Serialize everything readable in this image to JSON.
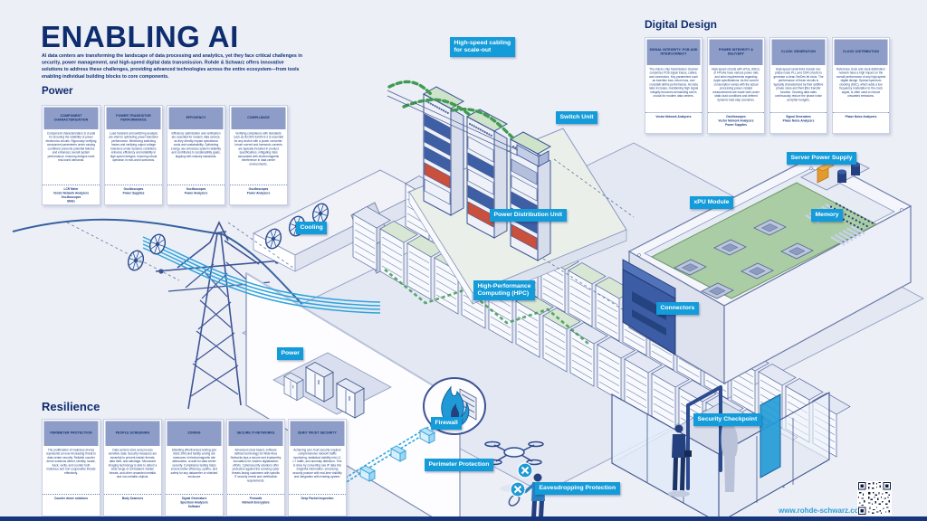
{
  "page": {
    "title": "ENABLING AI",
    "intro": "AI data centers are transforming the landscape of data processing and analytics, yet they face critical challenges in security, power management, and high-speed digital data transmission. Rohde & Schwarz offers innovative solutions to address these challenges, providing advanced technologies across the entire ecosystem—from tools enabling individual building blocks to core components.",
    "url": "www.rohde-schwarz.com"
  },
  "sections": {
    "power": {
      "heading": "Power",
      "cards": [
        {
          "title": "COMPONENT CHARACTERIZATION",
          "body": "Component characterization is crucial for ensuring the reliability of power electronics circuits. Rigorously verifying component parameters under varying conditions prevents potential failures and enhances overall system performance, ensuring designs meet real-world demands.",
          "tools": "LCR Meter\nVector Network Analyzers\nOscilloscopes\nSMUs"
        },
        {
          "title": "POWER TRANSISTOR PERFORMANCE",
          "body": "Load transient and switching analysis are vital for optimizing power transistor performance. Minimizing switching losses and verifying output voltage tolerance under dynamic conditions enhance efficiency and reliability in high-speed designs, ensuring robust operation in real-world scenarios.",
          "tools": "Oscilloscopes\nPower Supplies"
        },
        {
          "title": "EFFICIENCY",
          "body": "Efficiency optimization and verification are essential for modern data centers, as they directly impact operational costs and sustainability. Optimizing energy use enhances system reliability and contributes to sustainability goals, aligning with industry standards.",
          "tools": "Oscilloscopes\nPower Analyzers"
        },
        {
          "title": "COMPLIANCE",
          "body": "Verifying compliance with standards such as IEC/EN 61000-3-2 is essential for any device with a power converter. Inrush current and harmonic currents are typically included in product specifications, mitigating risks associated with electromagnetic interference in data center environments.",
          "tools": "Oscilloscopes\nPower Analyzers"
        }
      ]
    },
    "resilience": {
      "heading": "Resilience",
      "cards": [
        {
          "title": "PERIMETER PROTECTION",
          "body": "The proliferation of malicious drones represents an ever-increasing threat to data center security. Reliable counter drone solutions detect, identify, locate, track, verify, and counter both malicious and non-cooperative threats effectively.",
          "tools": "Counter drone solutions"
        },
        {
          "title": "PEOPLE SCREENING",
          "body": "Data centers store and process sensitive data. Security measures are essential to prevent insider threats, data theft, and sabotage. Microwave imaging technology is able to detect a wide range of contraband: hidden threats, and other unwanted metallic and non-metallic objects.",
          "tools": "Body Scanners"
        },
        {
          "title": "ZONING",
          "body": "Shielding effectiveness testing (per IEEE 299) and facility zoning are measures of electromagnetic site attenuation, crucial for data center security. Compliance testing helps ensure better efficiency, uptime, and safety for any datacenter or shielded enclosure",
          "tools": "Signal Generators\nSpectrum Analyzers\nSoftware"
        },
        {
          "title": "SECURE IT-NETWORKS",
          "body": "Advanced cloud based, software defined technology for Wide Area Networks lays a secure and trustworthy foundation for modern digitalization efforts. Cybersecurity solutions offer protection against the evolving cyber threats facing customers with specific IT security needs and certification requirements.",
          "tools": "Firewalls\nNetwork Encryptors"
        },
        {
          "title": "ZERO TRUST SECURITY",
          "body": "Achieving zero trust security requires comprehensive network traffic monitoring, statistical visibility into L2-L7 traffic, and anomaly detection. This is done by converting raw IP data into insightful information, enhancing security posture with real-time visibility and integration with existing system.",
          "tools": "Deep Packet Inspection"
        }
      ]
    },
    "digital_design": {
      "heading": "Digital Design",
      "cards": [
        {
          "title": "SIGNAL INTEGRITY: PCB AND INTERCONNECT",
          "body": "The chip-to-chip transmission channel comprises PCB signal traces, cables, and connectors. Key parameters such as insertion loss, return loss, and crosstalk define performance. As data rates increase, maintaining high signal integrity becomes demanding and is crucial for modern data centers.",
          "tools": "Vector Network Analyzers"
        },
        {
          "title": "POWER INTEGRITY & DELIVERY",
          "body": "High-speed circuits with xPUs, ASICs, or FPGAs have various power rails and strict requirements regarding ripple specifications. As the current consumption varies with the actual processing power, related measurements are made both under static load conditions and defined dynamic load step scenarios.",
          "tools": "Oscilloscopes\nVector Network Analyzers\nPower Supplies"
        },
        {
          "title": "CLOCK GENERATION",
          "body": "High-speed serial links include low-phase noise PLL and CDR circuits to generate a clean SerDes bit clock. The performance of these circuits is typically characterized by their additive phase noise and their jitter transfer function. Growing data rates continuously reduce the phase noise and jitter budgets.",
          "tools": "Signal Generators\nPhase Noise Analyzers"
        },
        {
          "title": "CLOCK DISTRIBUTION",
          "body": "Reference clock and clock distribution network have a high impact on the overall performance of any high-speed digital design. Spread spectrum clocking (SSC), which adds a low frequency modulation to the clock signal, is often used to reduce unwanted emissions.",
          "tools": "Phase Noise Analyzers"
        }
      ]
    }
  },
  "callouts": {
    "cabling": "High-speed cabling\nfor scale-out",
    "switch_unit": "Switch Unit",
    "power_distribution_unit": "Power Distribution Unit",
    "cooling": "Cooling",
    "hpc": "High-Performance\nComputing (HPC)",
    "power": "Power",
    "firewall": "Firewall",
    "perimeter_protection": "Perimeter Protection",
    "eavesdropping_protection": "Eavesdropping Protection",
    "security_checkpoint": "Security Checkpoint",
    "server_power_supply": "Server Power Supply",
    "xpu_module": "xPU Module",
    "memory": "Memory",
    "connectors": "Connectors"
  },
  "colors": {
    "navy": "#0e2d6e",
    "callout_blue": "#149bd9",
    "card_header": "#8d9dc7",
    "background": "#edeff7",
    "cyan_pipe": "#2da4dc",
    "pcb_green": "#abcda5",
    "alert_red": "#c8503c"
  }
}
